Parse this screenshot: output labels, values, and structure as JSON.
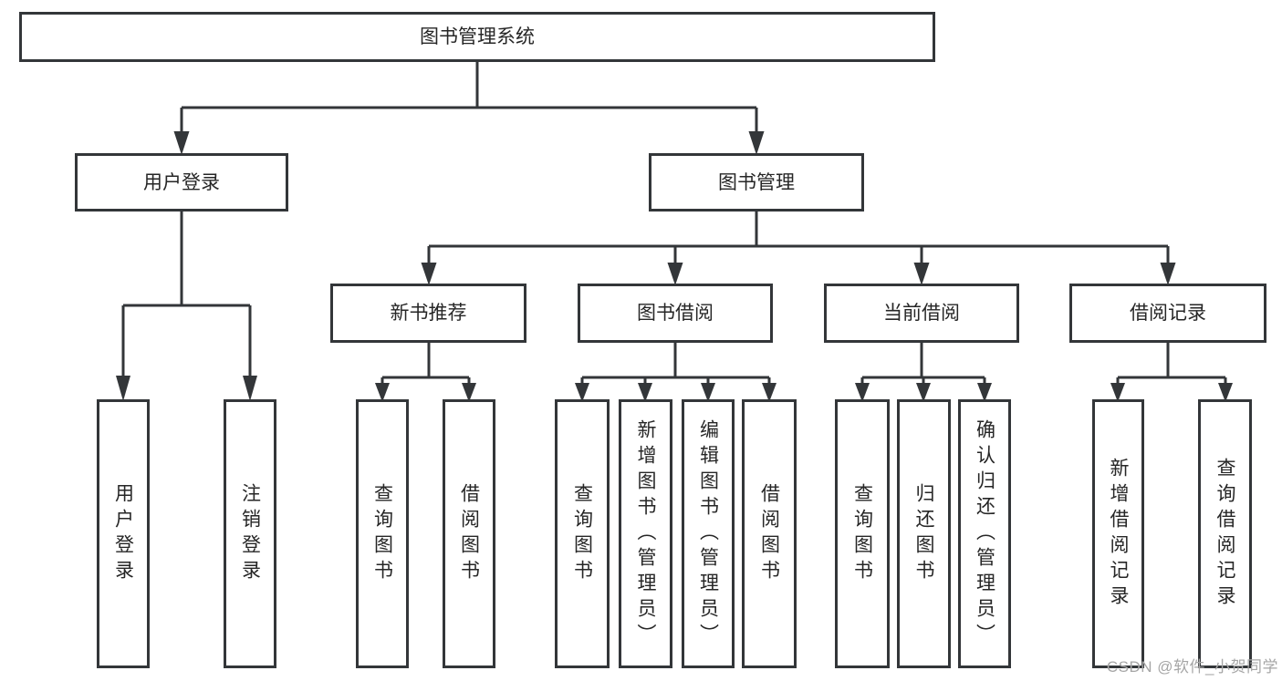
{
  "tree": {
    "label": "图书管理系统",
    "children": [
      {
        "label": "用户登录",
        "children": [
          {
            "label": "用户登录"
          },
          {
            "label": "注销登录"
          }
        ]
      },
      {
        "label": "图书管理",
        "children": [
          {
            "label": "新书推荐",
            "children": [
              {
                "label": "查询图书"
              },
              {
                "label": "借阅图书"
              }
            ]
          },
          {
            "label": "图书借阅",
            "children": [
              {
                "label": "查询图书"
              },
              {
                "label": "新增图书（管理员）"
              },
              {
                "label": "编辑图书（管理员）"
              },
              {
                "label": "借阅图书"
              }
            ]
          },
          {
            "label": "当前借阅",
            "children": [
              {
                "label": "查询图书"
              },
              {
                "label": "归还图书"
              },
              {
                "label": "确认归还（管理员）"
              }
            ]
          },
          {
            "label": "借阅记录",
            "children": [
              {
                "label": "新增借阅记录"
              },
              {
                "label": "查询借阅记录"
              }
            ]
          }
        ]
      }
    ]
  },
  "watermark": "CSDN @软件_小贺同学",
  "colors": {
    "line": "#333639",
    "box_border": "#333639",
    "box_fill": "#ffffff",
    "text": "#262626",
    "watermark": "#a6a6a6"
  }
}
